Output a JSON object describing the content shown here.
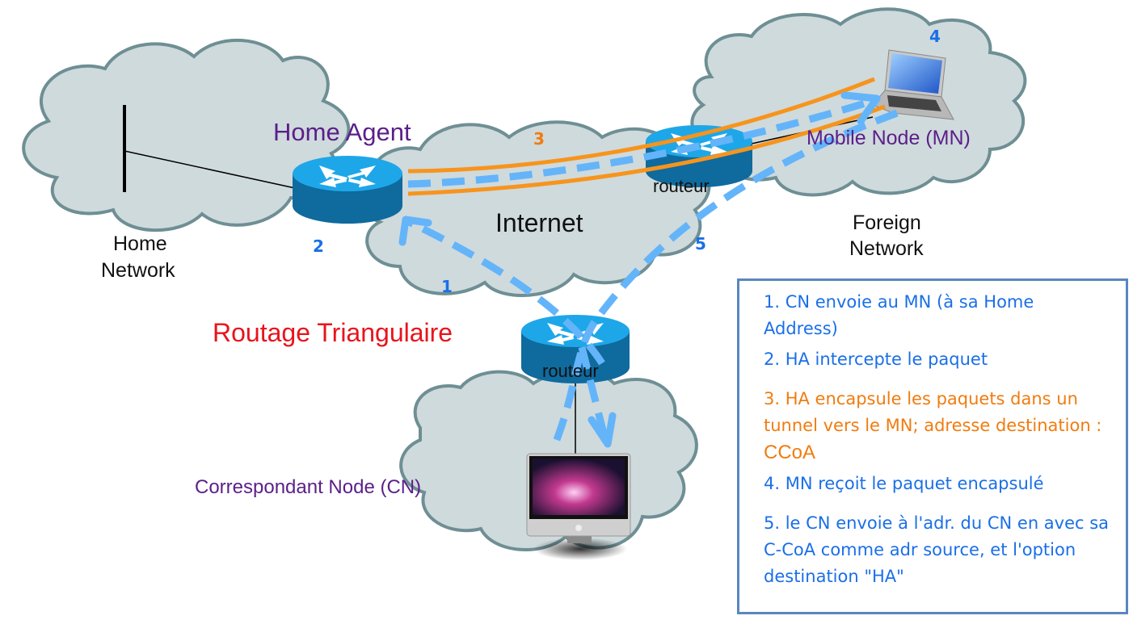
{
  "title": "Routage Triangulaire",
  "networks": {
    "home": {
      "label_line1": "Home",
      "label_line2": "Network"
    },
    "foreign": {
      "label_line1": "Foreign",
      "label_line2": "Network"
    },
    "internet": {
      "label": "Internet"
    }
  },
  "nodes": {
    "home_agent": {
      "label": "Home Agent"
    },
    "mobile_node": {
      "label": "Mobile Node (MN)"
    },
    "correspondant_node": {
      "label": "Correspondant Node (CN)"
    },
    "router_foreign": {
      "label": "routeur"
    },
    "router_cn": {
      "label": "routeur"
    }
  },
  "step_markers": {
    "s1": "1",
    "s2": "2",
    "s3": "3",
    "s4": "4",
    "s5": "5"
  },
  "legend": {
    "steps": [
      {
        "text": "1. CN envoie au MN (à sa Home Address)",
        "color": "#1a6fe8"
      },
      {
        "text": "2. HA intercepte le paquet",
        "color": "#1a6fe8"
      },
      {
        "text": "3. HA encapsule les paquets dans un tunnel vers le MN; adresse destination : ",
        "emph": "CCoA",
        "color": "#f07c10"
      },
      {
        "text": "4. MN reçoit le paquet encapsulé",
        "color": "#1a6fe8"
      },
      {
        "text": "5. le CN envoie à l'adr. du CN en avec sa C-CoA comme adr source, et l'option destination \"HA\"",
        "color": "#1a6fe8"
      }
    ]
  },
  "colors": {
    "cloud_fill": "#cfdadc",
    "cloud_stroke": "#6e8f94",
    "router_top": "#1ea7e8",
    "router_side": "#0f6a9e",
    "tunnel": "#f7941d",
    "flow_arrow": "#64b4fa",
    "title": "#e8141c",
    "node_label": "#5b1f8a",
    "step_blue": "#1a6fe8"
  }
}
